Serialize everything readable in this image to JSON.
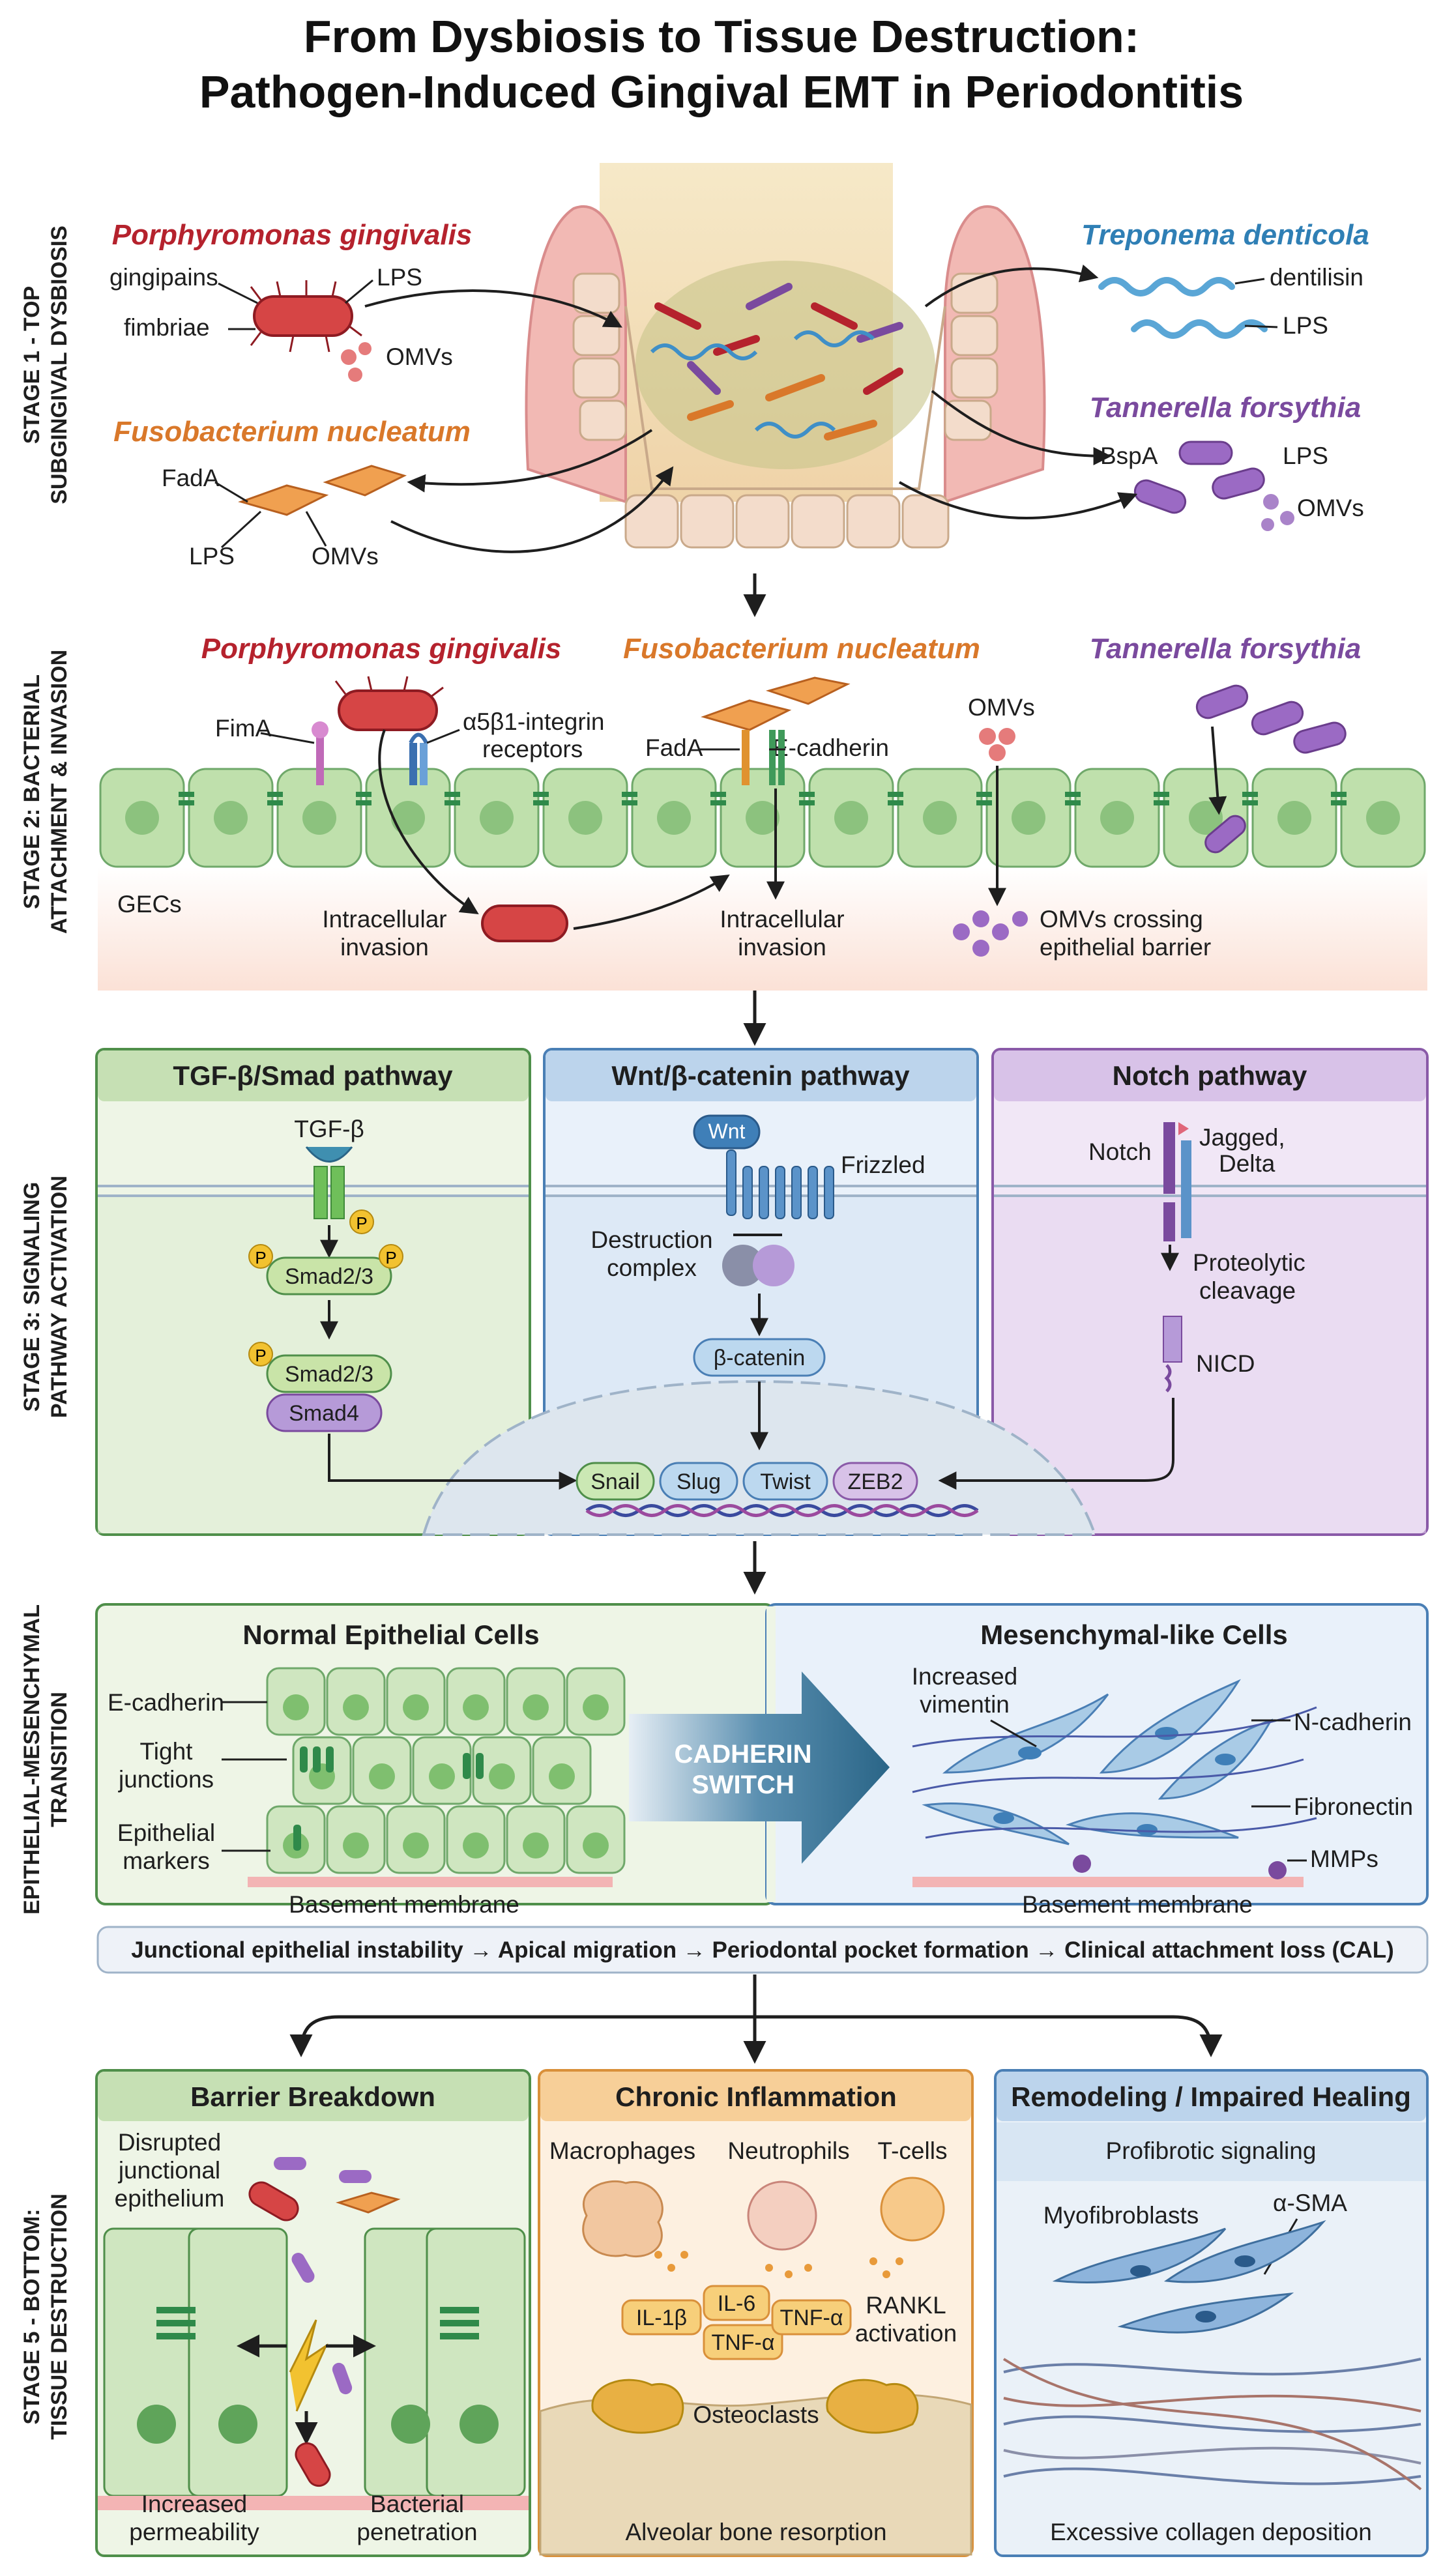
{
  "title": {
    "line1": "From Dysbiosis to Tissue Destruction:",
    "line2": "Pathogen-Induced Gingival EMT in Periodontitis"
  },
  "colors": {
    "pg": "#b5222d",
    "fn": "#d9782a",
    "td": "#2f7fb5",
    "tf": "#7a4a9e",
    "green_panel": "#4f8f4a",
    "blue_panel": "#4a7fb5",
    "purple_panel": "#8a5aa8",
    "orange_panel": "#d9903a"
  },
  "stage1": {
    "side_line1": "STAGE 1 - TOP",
    "side_line2": "SUBGINGIVAL DYSBIOSIS",
    "pg": {
      "name": "Porphyromonas gingivalis",
      "gingipains": "gingipains",
      "lps": "LPS",
      "fimbriae": "fimbriae",
      "omvs": "OMVs"
    },
    "fn": {
      "name": "Fusobacterium nucleatum",
      "fada": "FadA",
      "lps": "LPS",
      "omvs": "OMVs"
    },
    "td": {
      "name": "Treponema denticola",
      "dentilisin": "dentilisin",
      "lps": "LPS"
    },
    "tf": {
      "name": "Tannerella forsythia",
      "bspa": "BspA",
      "lps": "LPS",
      "omvs": "OMVs"
    }
  },
  "stage2": {
    "side_line1": "STAGE 2: BACTERIAL",
    "side_line2": "ATTACHMENT & INVASION",
    "pg_name": "Porphyromonas gingivalis",
    "fn_name": "Fusobacterium nucleatum",
    "tf_name": "Tannerella forsythia",
    "fima": "FimA",
    "integrin_line1": "α5β1-integrin",
    "integrin_line2": "receptors",
    "fada": "FadA",
    "ecadherin": "E-cadherin",
    "omvs": "OMVs",
    "gecs": "GECs",
    "invasion1_line1": "Intracellular",
    "invasion1_line2": "invasion",
    "invasion2_line1": "Intracellular",
    "invasion2_line2": "invasion",
    "omv_cross_line1": "OMVs crossing",
    "omv_cross_line2": "epithelial barrier"
  },
  "stage3": {
    "side_line1": "STAGE 3: SIGNALING",
    "side_line2": "PATHWAY ACTIVATION",
    "tgf": {
      "header": "TGF-β/Smad pathway",
      "ligand": "TGF-β",
      "p": "P",
      "smad23a": "Smad2/3",
      "smad23b": "Smad2/3",
      "smad4": "Smad4"
    },
    "wnt": {
      "header": "Wnt/β-catenin pathway",
      "ligand": "Wnt",
      "frizzled": "Frizzled",
      "dc_line1": "Destruction",
      "dc_line2": "complex",
      "bcat": "β-catenin"
    },
    "notch": {
      "header": "Notch pathway",
      "notch": "Notch",
      "jd_line1": "Jagged,",
      "jd_line2": "Delta",
      "pc_line1": "Proteolytic",
      "pc_line2": "cleavage",
      "nicd": "NICD"
    },
    "tfs": [
      "Snail",
      "Slug",
      "Twist",
      "ZEB2"
    ]
  },
  "emt": {
    "side_line1": "EPITHELIAL-MESENCHYMAL",
    "side_line2": "TRANSITION",
    "normal_title": "Normal Epithelial Cells",
    "mes_title": "Mesenchymal-like Cells",
    "ecad": "E-cadherin",
    "tj_line1": "Tight",
    "tj_line2": "junctions",
    "em_line1": "Epithelial",
    "em_line2": "markers",
    "bm_left": "Basement membrane",
    "bm_right": "Basement membrane",
    "switch_line1": "CADHERIN",
    "switch_line2": "SWITCH",
    "vim_line1": "Increased",
    "vim_line2": "vimentin",
    "ncad": "N-cadherin",
    "fibronectin": "Fibronectin",
    "mmps": "MMPs",
    "consequence": "Junctional epithelial instability → Apical migration → Periodontal pocket formation → Clinical attachment loss (CAL)"
  },
  "stage5": {
    "side_line1": "STAGE 5 - BOTTOM:",
    "side_line2": "TISSUE DESTRUCTION",
    "barrier": {
      "header": "Barrier Breakdown",
      "dj_line1": "Disrupted",
      "dj_line2": "junctional",
      "dj_line3": "epithelium",
      "ip_line1": "Increased",
      "ip_line2": "permeability",
      "bp_line1": "Bacterial",
      "bp_line2": "penetration"
    },
    "inflam": {
      "header": "Chronic Inflammation",
      "macrophages": "Macrophages",
      "neutrophils": "Neutrophils",
      "tcells": "T-cells",
      "il1b": "IL-1β",
      "il6": "IL-6",
      "tnfa1": "TNF-α",
      "tnfa2": "TNF-α",
      "rankl_line1": "RANKL",
      "rankl_line2": "activation",
      "osteoclasts": "Osteoclasts",
      "bone": "Alveolar bone resorption"
    },
    "remodel": {
      "header": "Remodeling / Impaired Healing",
      "profibrotic": "Profibrotic signaling",
      "myofibroblasts": "Myofibroblasts",
      "asma": "α-SMA",
      "collagen": "Excessive collagen deposition"
    }
  }
}
